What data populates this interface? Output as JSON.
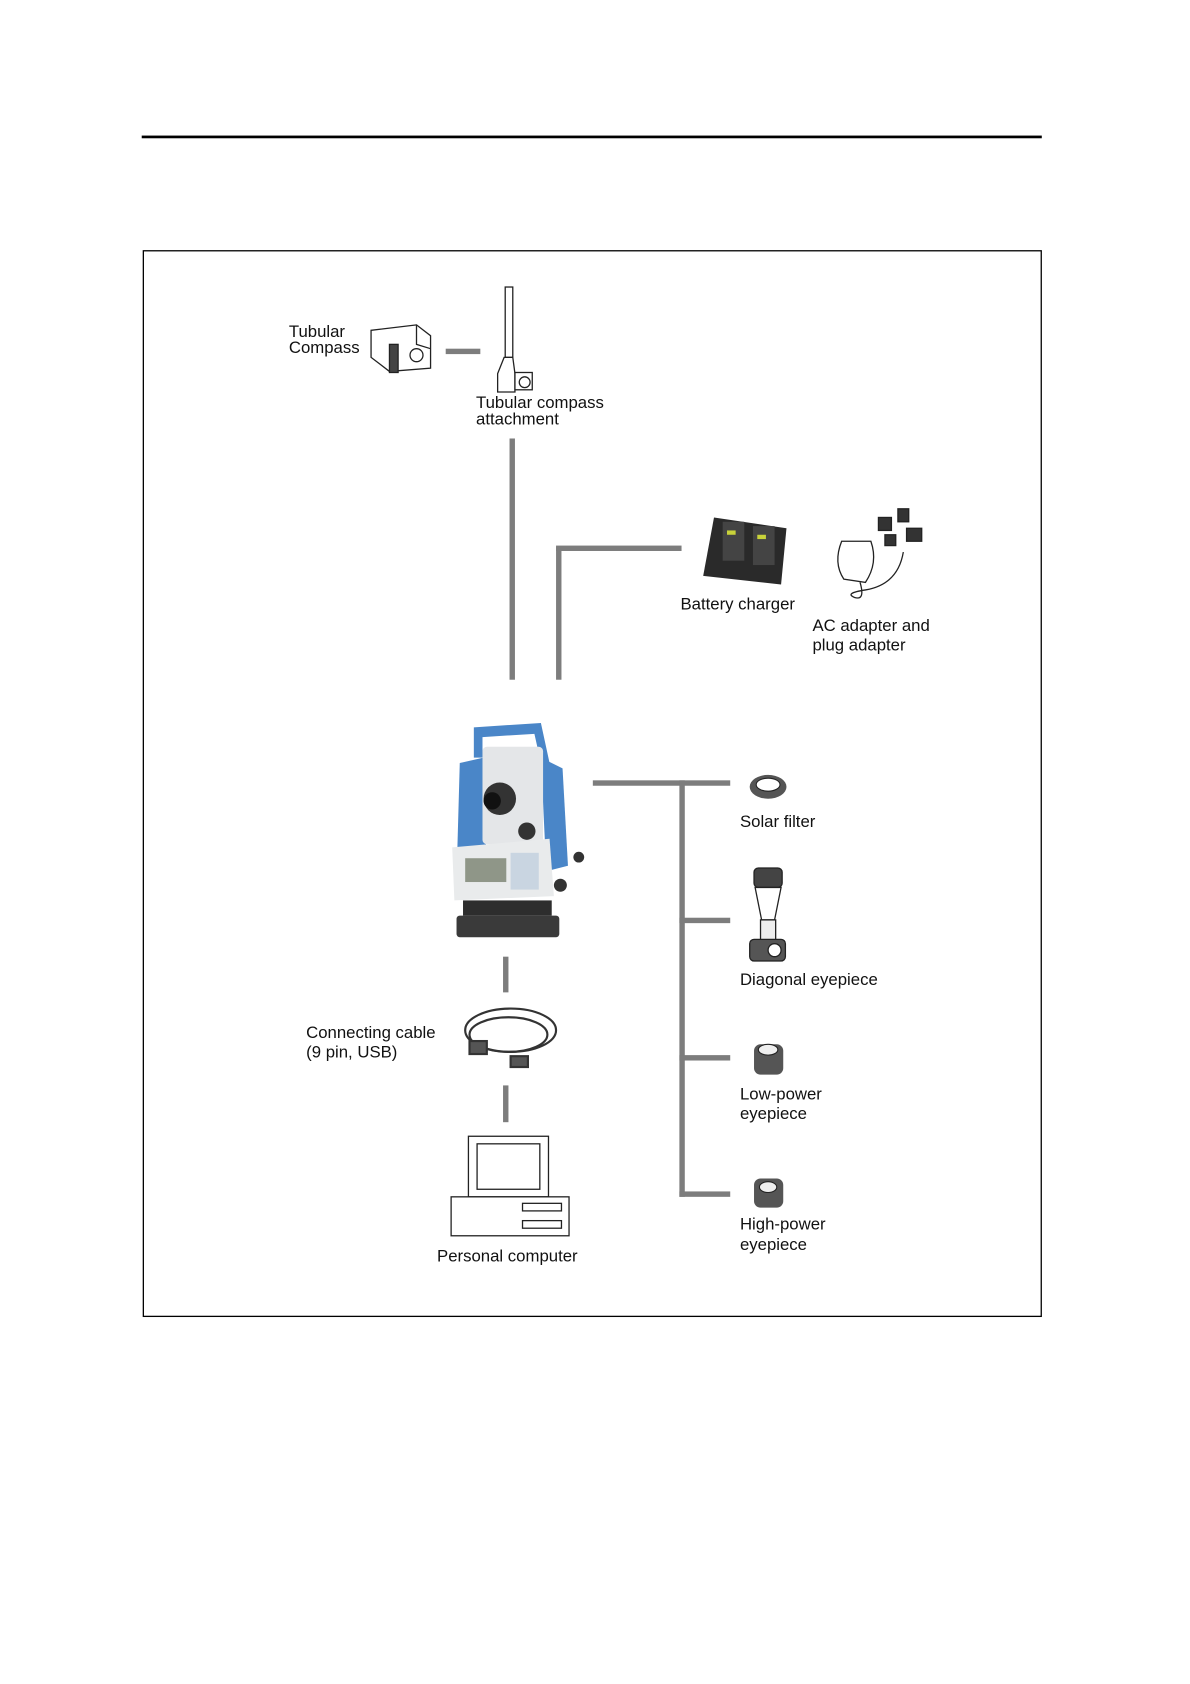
{
  "diagram": {
    "labels": {
      "tubular_compass": [
        "Tubular",
        "Compass"
      ],
      "tubular_compass_attachment": [
        "Tubular compass",
        "attachment"
      ],
      "battery_charger": "Battery charger",
      "ac_adapter": [
        "AC adapter and",
        "plug adapter"
      ],
      "solar_filter": "Solar filter",
      "diagonal_eyepiece": "Diagonal eyepiece",
      "low_power_eyepiece": [
        "Low-power",
        "eyepiece"
      ],
      "high_power_eyepiece": [
        "High-power",
        "eyepiece"
      ],
      "connecting_cable": [
        "Connecting cable",
        "(9 pin, USB)"
      ],
      "personal_computer": "Personal computer"
    },
    "colors": {
      "connector": "#7d7d7d",
      "instrument_blue": "#4a86c8"
    }
  }
}
